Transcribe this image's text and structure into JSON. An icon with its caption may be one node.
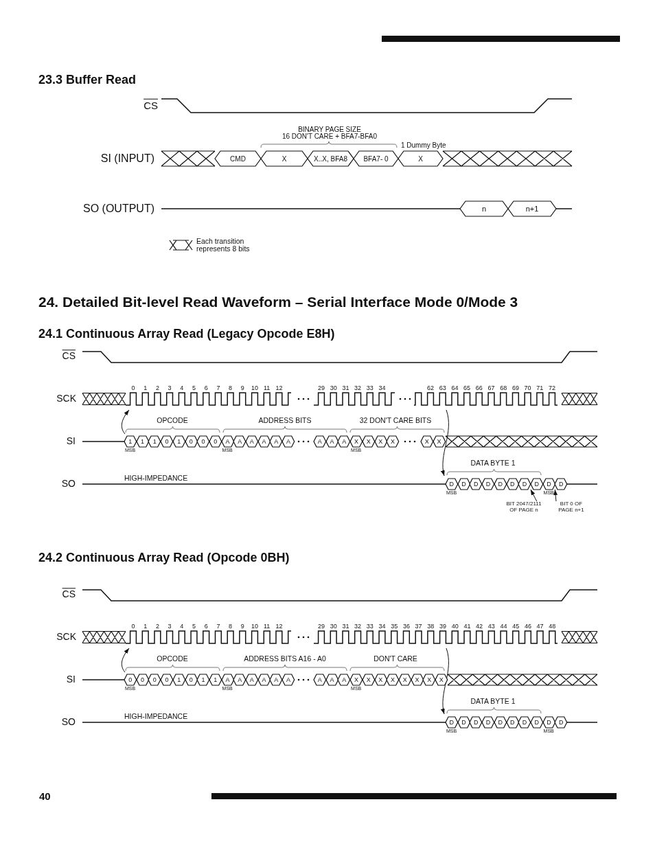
{
  "diagram": {
    "nodes": [
      {
        "text": [
          "CMD"
        ]
      },
      {
        "text": [
          "X"
        ]
      },
      {
        "text": [
          "X..X, BFA8"
        ]
      },
      {
        "text": [
          "BFA7- 0"
        ]
      },
      {
        "text": [
          "X"
        ]
      },
      {
        "text": [
          "n"
        ]
      },
      {
        "text": [
          "n+1"
        ]
      },
      {
        "text": [
          "1"
        ],
        "beside": [
          "MSB"
        ]
      },
      {
        "text": [
          "1"
        ]
      },
      {
        "text": [
          "1"
        ]
      },
      {
        "text": [
          "0"
        ]
      },
      {
        "text": [
          "1"
        ]
      },
      {
        "text": [
          "0"
        ]
      },
      {
        "text": [
          "0"
        ]
      },
      {
        "text": [
          "0"
        ]
      },
      {
        "text": [
          "A"
        ],
        "beside": [
          "MSB"
        ]
      },
      {
        "text": [
          "A"
        ]
      },
      {
        "text": [
          "A"
        ]
      },
      {
        "text": [
          "A"
        ]
      },
      {
        "text": [
          "A"
        ]
      },
      {
        "text": [
          "A"
        ]
      },
      {
        "text": [
          "A"
        ]
      },
      {
        "text": [
          "A"
        ]
      },
      {
        "text": [
          "A"
        ]
      },
      {
        "text": [
          "X"
        ],
        "beside": [
          "MSB"
        ]
      },
      {
        "text": [
          "X"
        ]
      },
      {
        "text": [
          "X"
        ]
      },
      {
        "text": [
          "X"
        ]
      },
      {
        "text": [
          "X"
        ]
      },
      {
        "text": [
          "X"
        ]
      },
      {
        "text": [
          "D"
        ],
        "beside": [
          "MSB"
        ]
      },
      {
        "text": [
          "D"
        ]
      },
      {
        "text": [
          "D"
        ]
      },
      {
        "text": [
          "D"
        ]
      },
      {
        "text": [
          "D"
        ]
      },
      {
        "text": [
          "D"
        ]
      },
      {
        "text": [
          "D"
        ]
      },
      {
        "text": [
          "D"
        ]
      },
      {
        "text": [
          "D"
        ],
        "beside": [
          "MSB"
        ]
      },
      {
        "text": [
          "D"
        ]
      },
      {
        "text": [
          "BIT 2047/2111 OF PAGE n"
        ]
      },
      {
        "text": [
          "BIT 0 OF PAGE n+1"
        ]
      },
      {
        "text": [
          "0"
        ],
        "beside": [
          "MSB"
        ]
      },
      {
        "text": [
          "0"
        ]
      },
      {
        "text": [
          "0"
        ]
      },
      {
        "text": [
          "0"
        ]
      },
      {
        "text": [
          "1"
        ]
      },
      {
        "text": [
          "0"
        ]
      },
      {
        "text": [
          "1"
        ]
      },
      {
        "text": [
          "1"
        ]
      },
      {
        "text": [
          "A"
        ],
        "beside": [
          "MSB"
        ]
      },
      {
        "text": [
          "A"
        ]
      },
      {
        "text": [
          "A"
        ]
      },
      {
        "text": [
          "A"
        ]
      },
      {
        "text": [
          "A"
        ]
      },
      {
        "text": [
          "A"
        ]
      },
      {
        "text": [
          "A"
        ]
      },
      {
        "text": [
          "A"
        ]
      },
      {
        "text": [
          "A"
        ]
      },
      {
        "text": [
          "X"
        ],
        "beside": [
          "MSB"
        ]
      },
      {
        "text": [
          "X"
        ]
      },
      {
        "text": [
          "X"
        ]
      },
      {
        "text": [
          "X"
        ]
      },
      {
        "text": [
          "X"
        ]
      },
      {
        "text": [
          "X"
        ]
      },
      {
        "text": [
          "X"
        ]
      },
      {
        "text": [
          "X"
        ]
      },
      {
        "text": [
          "D"
        ],
        "beside": [
          "MSB"
        ]
      },
      {
        "text": [
          "D"
        ]
      },
      {
        "text": [
          "D"
        ]
      },
      {
        "text": [
          "D"
        ]
      },
      {
        "text": [
          "D"
        ]
      },
      {
        "text": [
          "D"
        ]
      },
      {
        "text": [
          "D"
        ]
      },
      {
        "text": [
          "D"
        ]
      },
      {
        "text": [
          "D"
        ],
        "beside": [
          "MSB"
        ]
      },
      {
        "text": [
          "D"
        ]
      },
      {
        "text": [
          "SO (OUTPUT)"
        ]
      },
      {
        "text": [
          "SI"
        ]
      },
      {
        "text": [
          "SO"
        ]
      },
      {
        "text": [
          "SI"
        ]
      },
      {
        "text": [
          "SO"
        ]
      }
    ],
    "edges": [
      {
        "from": 40,
        "to": 37,
        "arrow": "to"
      },
      {
        "from": 41,
        "to": 38,
        "arrow": "to"
      },
      {
        "from": 77,
        "to": 5,
        "arrow": "none"
      },
      {
        "from": 78,
        "to": 7,
        "arrow": "none"
      },
      {
        "from": 79,
        "to": 30,
        "arrow": "none"
      },
      {
        "from": 80,
        "to": 42,
        "arrow": "none"
      },
      {
        "from": 81,
        "to": 67,
        "arrow": "none"
      }
    ],
    "labels": [
      "23.3 Buffer Read",
      "CS",
      "BINARY PAGE SIZE",
      "16 DON'T CARE + BFA7-BFA0",
      "1 Dummy Byte",
      "SI (INPUT)",
      "24. Detailed Bit-level Read Waveform – Serial Interface Mode 0/Mode 3",
      "24.1 Continuous Array Read (Legacy Opcode E8H)",
      "CS",
      "0",
      "1",
      "2",
      "3",
      "4",
      "5",
      "6",
      "7",
      "8",
      "9",
      "10",
      "11",
      "12",
      "29",
      "30",
      "31",
      "32",
      "33",
      "34",
      "62",
      "63",
      "64",
      "65",
      "66",
      "67",
      "68",
      "69",
      "70",
      "71",
      "72",
      "SCK",
      "OPCODE",
      "ADDRESS BITS",
      "32 DON'T CARE BITS",
      "DATA BYTE 1",
      "HIGH-IMPEDANCE",
      "24.2 Continuous Array Read (Opcode 0BH)",
      "CS",
      "0",
      "1",
      "2",
      "3",
      "4",
      "5",
      "6",
      "7",
      "8",
      "9",
      "10",
      "11",
      "12",
      "29",
      "30",
      "31",
      "32",
      "33",
      "34",
      "35",
      "36",
      "37",
      "38",
      "39",
      "40",
      "41",
      "42",
      "43",
      "44",
      "45",
      "46",
      "47",
      "48",
      "SCK",
      "OPCODE",
      "ADDRESS BITS A16 - A0",
      "DON'T CARE",
      "DATA BYTE 1",
      "HIGH-IMPEDANCE",
      "40"
    ],
    "legend": [
      {
        "text": "Each transition represents 8 bits"
      }
    ]
  }
}
